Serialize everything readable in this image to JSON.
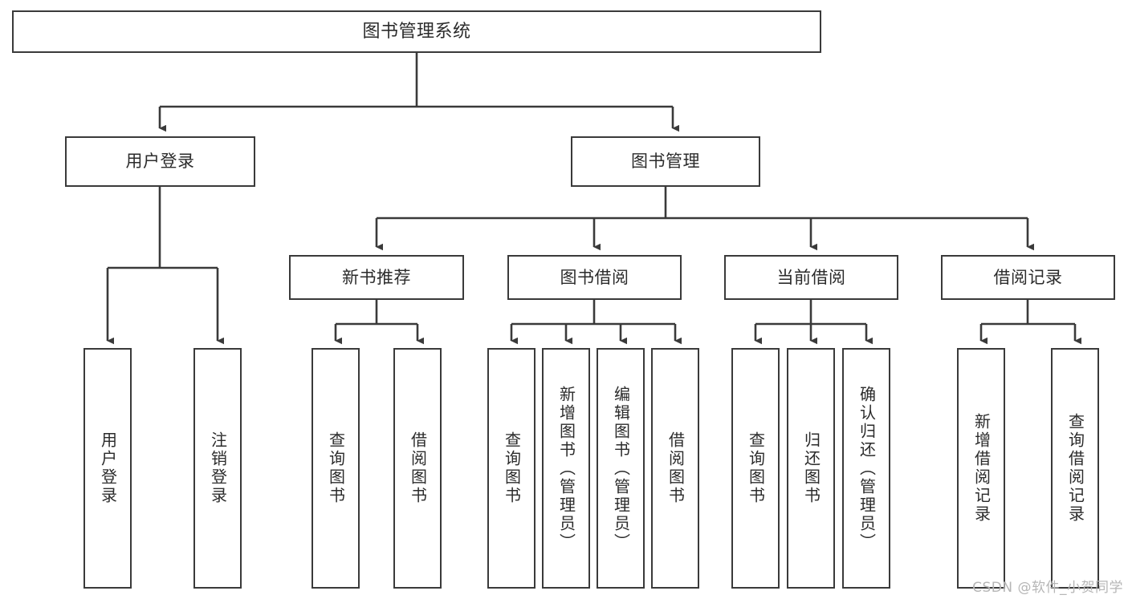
{
  "diagram": {
    "title": "图书管理系统",
    "type": "tree",
    "orientation": "top-down",
    "colors": {
      "box_border": "#3a3a3a",
      "box_fill": "#ffffff",
      "text": "#2b2b2b",
      "edge": "#3a3a3a",
      "background": "#ffffff",
      "watermark": "#b6b6b6"
    },
    "watermark": "CSDN @软件_小贺同学",
    "nodes": {
      "root": {
        "label": "图书管理系统"
      },
      "level2": [
        {
          "id": "user-login",
          "label": "用户登录"
        },
        {
          "id": "book-manage",
          "label": "图书管理"
        }
      ],
      "level3": [
        {
          "id": "new-book-recommend",
          "label": "新书推荐"
        },
        {
          "id": "book-borrow",
          "label": "图书借阅"
        },
        {
          "id": "current-borrow",
          "label": "当前借阅"
        },
        {
          "id": "borrow-record",
          "label": "借阅记录"
        }
      ],
      "leaves": {
        "user_login": [
          {
            "id": "leaf-user-login",
            "label": "用户登录"
          },
          {
            "id": "leaf-user-logout",
            "label": "注销登录"
          }
        ],
        "new_book_recommend": [
          {
            "id": "leaf-query-book-1",
            "label": "查询图书"
          },
          {
            "id": "leaf-borrow-book-1",
            "label": "借阅图书"
          }
        ],
        "book_borrow": [
          {
            "id": "leaf-query-book-2",
            "label": "查询图书"
          },
          {
            "id": "leaf-add-book",
            "label": "新增图书（管理员）"
          },
          {
            "id": "leaf-edit-book",
            "label": "编辑图书（管理员）"
          },
          {
            "id": "leaf-borrow-book-2",
            "label": "借阅图书"
          }
        ],
        "current_borrow": [
          {
            "id": "leaf-query-book-3",
            "label": "查询图书"
          },
          {
            "id": "leaf-return-book",
            "label": "归还图书"
          },
          {
            "id": "leaf-confirm-return",
            "label": "确认归还（管理员）"
          }
        ],
        "borrow_record": [
          {
            "id": "leaf-add-record",
            "label": "新增借阅记录"
          },
          {
            "id": "leaf-query-record",
            "label": "查询借阅记录"
          }
        ]
      }
    },
    "edges": [
      {
        "from": "图书管理系统",
        "to": "用户登录"
      },
      {
        "from": "图书管理系统",
        "to": "图书管理"
      },
      {
        "from": "用户登录",
        "to": "用户登录"
      },
      {
        "from": "用户登录",
        "to": "注销登录"
      },
      {
        "from": "图书管理",
        "to": "新书推荐"
      },
      {
        "from": "图书管理",
        "to": "图书借阅"
      },
      {
        "from": "图书管理",
        "to": "当前借阅"
      },
      {
        "from": "图书管理",
        "to": "借阅记录"
      },
      {
        "from": "新书推荐",
        "to": "查询图书"
      },
      {
        "from": "新书推荐",
        "to": "借阅图书"
      },
      {
        "from": "图书借阅",
        "to": "查询图书"
      },
      {
        "from": "图书借阅",
        "to": "新增图书（管理员）"
      },
      {
        "from": "图书借阅",
        "to": "编辑图书（管理员）"
      },
      {
        "from": "图书借阅",
        "to": "借阅图书"
      },
      {
        "from": "当前借阅",
        "to": "查询图书"
      },
      {
        "from": "当前借阅",
        "to": "归还图书"
      },
      {
        "from": "当前借阅",
        "to": "确认归还（管理员）"
      },
      {
        "from": "借阅记录",
        "to": "新增借阅记录"
      },
      {
        "from": "借阅记录",
        "to": "查询借阅记录"
      }
    ]
  }
}
